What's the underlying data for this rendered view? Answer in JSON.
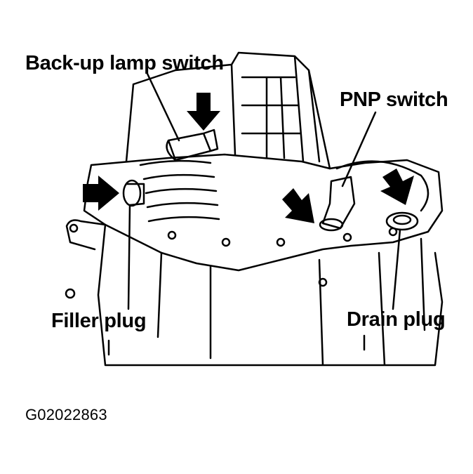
{
  "labels": {
    "backup_lamp_switch": "Back-up lamp switch",
    "pnp_switch": "PNP switch",
    "filler_plug": "Filler plug",
    "drain_plug": "Drain plug"
  },
  "figure_code": "G02022863",
  "colors": {
    "ink": "#000000",
    "paper": "#ffffff"
  }
}
